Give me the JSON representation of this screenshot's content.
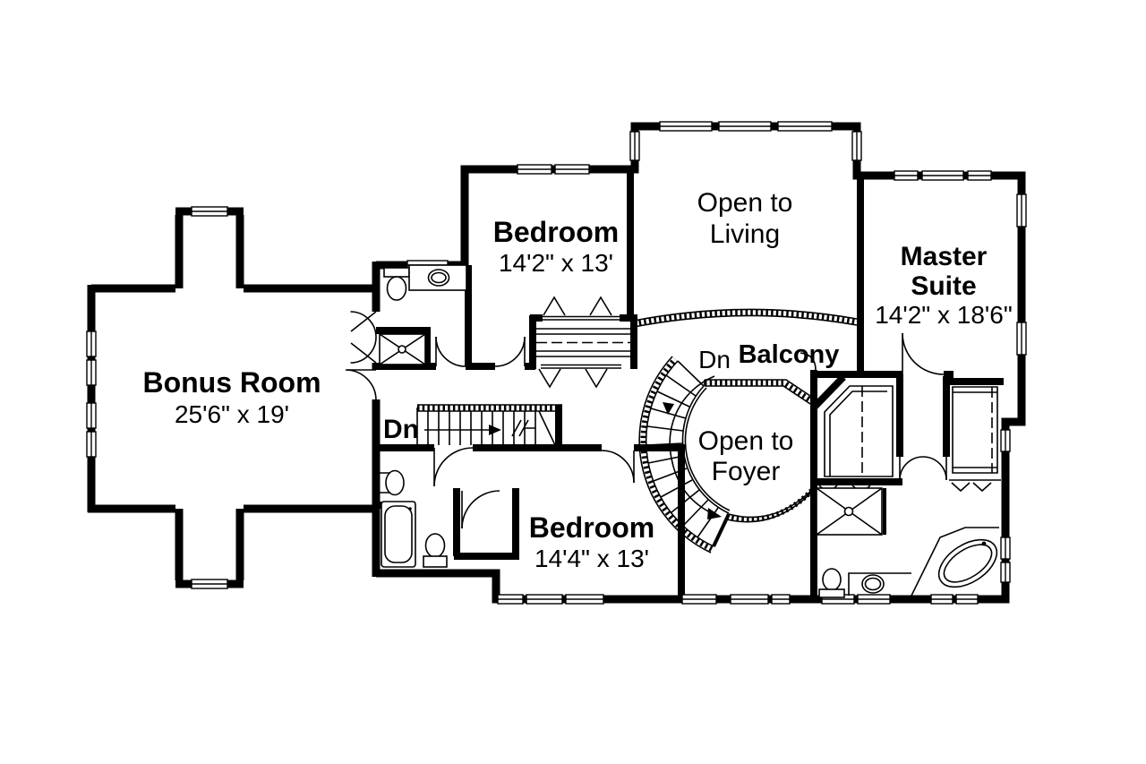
{
  "labels": {
    "bonus_room": {
      "name": "Bonus Room",
      "dims": "25'6\" x 19'"
    },
    "bedroom_top": {
      "name": "Bedroom",
      "dims": "14'2\" x 13'"
    },
    "open_to_living": {
      "line1": "Open to",
      "line2": "Living"
    },
    "master_suite": {
      "name_line1": "Master",
      "name_line2": "Suite",
      "dims": "14'2\" x 18'6\""
    },
    "balcony": {
      "name": "Balcony"
    },
    "open_to_foyer": {
      "line1": "Open to",
      "line2": "Foyer"
    },
    "bedroom_bottom": {
      "name": "Bedroom",
      "dims": "14'4\" x 13'"
    },
    "stair_down_curved": "Dn",
    "stair_down_straight": "Dn"
  },
  "colors": {
    "ink": "#000000",
    "paper": "#ffffff"
  }
}
